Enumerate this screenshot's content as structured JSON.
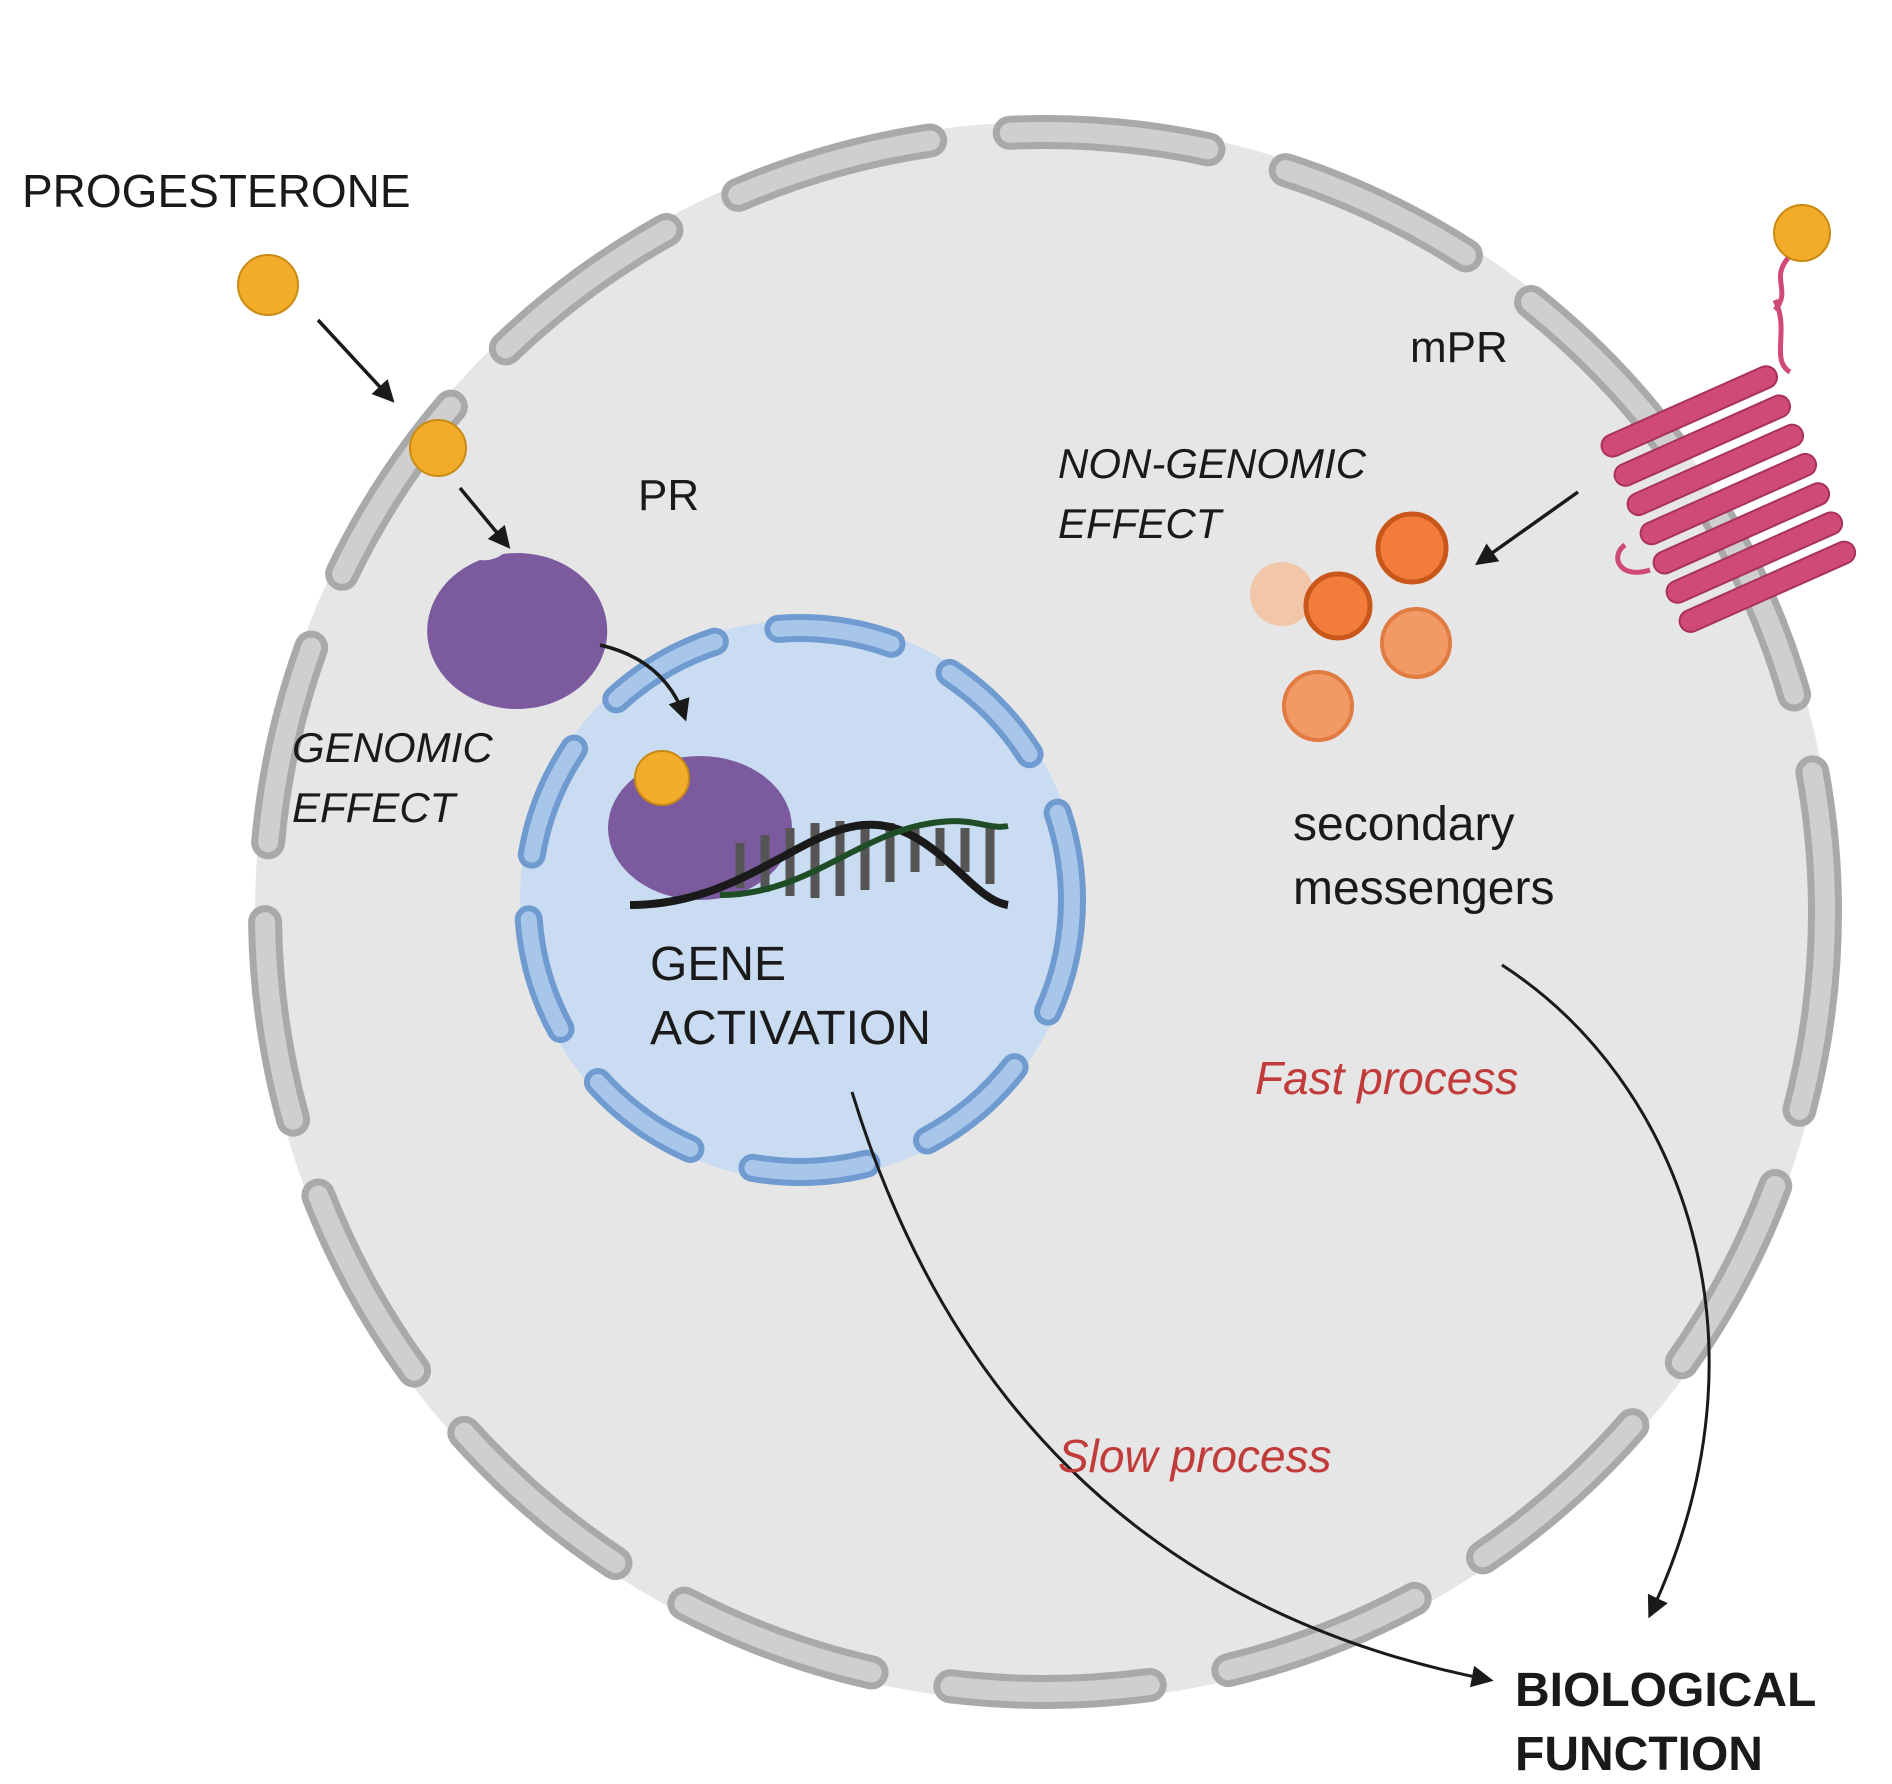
{
  "labels": {
    "progesterone": "PROGESTERONE",
    "pr": "PR",
    "mpr": "mPR",
    "genomic_line1": "GENOMIC",
    "genomic_line2": "EFFECT",
    "nongenomic_line1": "NON-GENOMIC",
    "nongenomic_line2": "EFFECT",
    "gene_line1": "GENE",
    "gene_line2": "ACTIVATION",
    "secondary_line1": "secondary",
    "secondary_line2": "messengers",
    "fast_process": "Fast process",
    "slow_process": "Slow process",
    "bio_line1": "BIOLOGICAL",
    "bio_line2": "FUNCTION"
  },
  "colors": {
    "cell_fill": "#e6e6e6",
    "membrane": "#c4c4c4",
    "nucleus_fill": "#c9dcf2",
    "nuclear_envelope": "#8fb3df",
    "progesterone": "#f2ac2a",
    "receptor_pr": "#7b5a9e",
    "receptor_mpr": "#cf4a76",
    "messenger": "#f27c3a",
    "process_text": "#c23b3b",
    "arrow": "#1a1a1a"
  }
}
